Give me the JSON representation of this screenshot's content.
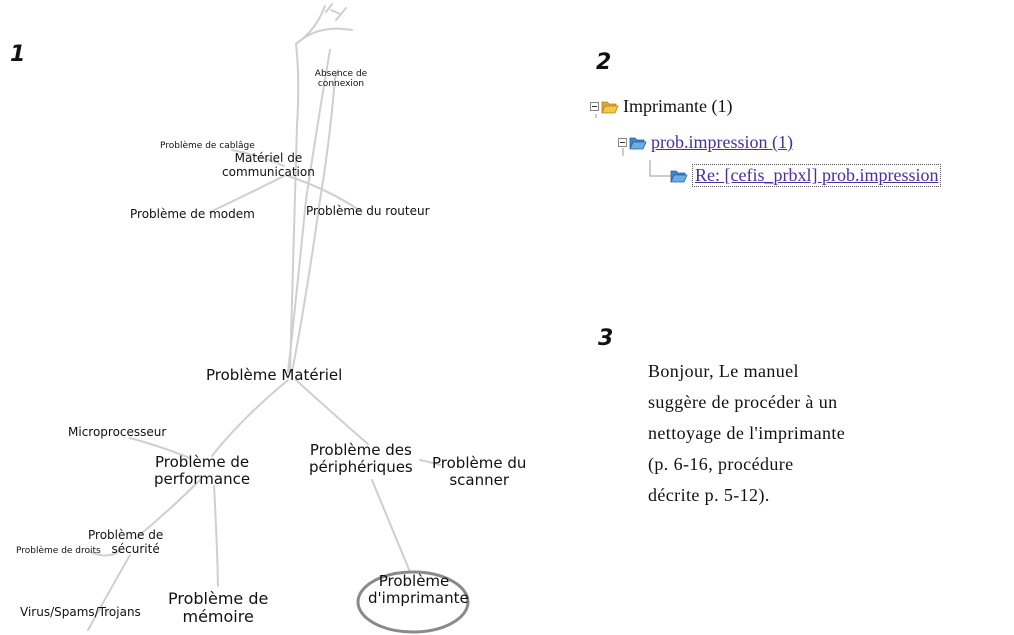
{
  "panels": {
    "one": "1",
    "two": "2",
    "three": "3"
  },
  "mindmap": {
    "absence_connexion": "Absence de connexion",
    "probleme_cablage": "Problème de cablâge",
    "materiel_communication_l1": "Matériel de",
    "materiel_communication_l2": "communication",
    "probleme_modem": "Problème de modem",
    "probleme_routeur": "Problème du routeur",
    "probleme_materiel": "Problème Matériel",
    "microprocesseur": "Microprocesseur",
    "probleme_performance_l1": "Problème de",
    "probleme_performance_l2": "performance",
    "probleme_peripheriques_l1": "Problème des",
    "probleme_peripheriques_l2": "périphériques",
    "probleme_scanner_l1": "Problème du",
    "probleme_scanner_l2": "scanner",
    "probleme_securite_l1": "Problème de",
    "probleme_securite_l2": "sécurité",
    "probleme_droits": "Problème de droits",
    "virus": "Virus/Spams/Trojans",
    "probleme_memoire_l1": "Problème de",
    "probleme_memoire_l2": "mémoire",
    "probleme_imprimante_l1": "Problème",
    "probleme_imprimante_l2": "d'imprimante"
  },
  "folder_tree": {
    "root": {
      "label": "Imprimante (1)",
      "icon": "folder-open-yellow-icon"
    },
    "child": {
      "label": "prob.impression (1)",
      "icon": "folder-open-blue-icon"
    },
    "message": {
      "label": "Re: [cefis_prbxl] prob.impression",
      "icon": "folder-blue-icon",
      "selected": true
    }
  },
  "message_body": {
    "lines": [
      "Bonjour, Le manuel",
      "suggère de procéder à un",
      "nettoyage de l'imprimante",
      "(p. 6-16, procédure",
      "décrite p. 5-12)."
    ]
  },
  "colors": {
    "branch": "#cfcfcf",
    "highlight_ring": "#8a8a8a",
    "link": "#4b2d9e",
    "folder_yellow": "#f3c74b",
    "folder_blue": "#6aaee8"
  }
}
